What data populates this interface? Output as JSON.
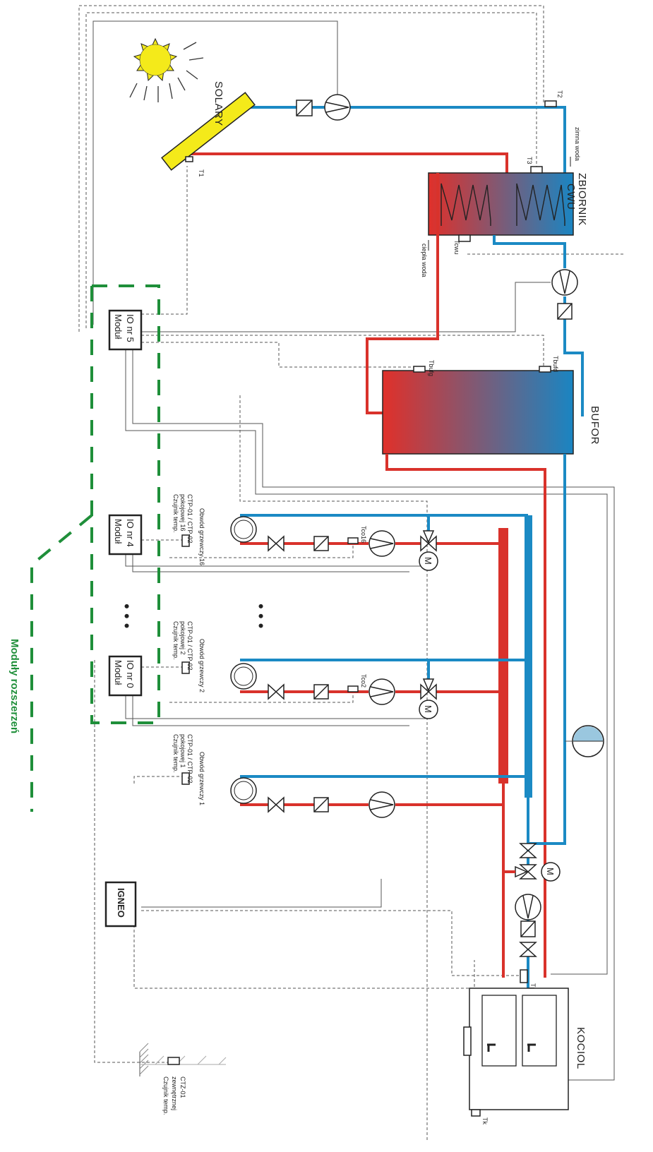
{
  "labels": {
    "solary": "SOLARY",
    "zbiornik_line1": "ZBIORNIK",
    "zbiornik_line2": "CWU",
    "bufor": "BUFOR",
    "kociol": "KOCIOL",
    "moduly": "Moduły rozszerzeń",
    "zimna_woda": "zimna woda",
    "ciepla_woda": "ciepła woda",
    "igneo": "IGNEO",
    "dots": "•   •   •"
  },
  "sensors": {
    "t1": "T1",
    "t2": "T2",
    "t3": "T3",
    "tcwu": "Tcwu",
    "tbufg": "Tbufg",
    "tbufd": "Tbufd",
    "tco16": "Tco16",
    "tco2": "Tco2",
    "tpow": "Tpow",
    "tk": "Tk"
  },
  "modules": [
    {
      "line1": "Moduł",
      "line2": "IO nr 5"
    },
    {
      "line1": "Moduł",
      "line2": "IO nr 4"
    },
    {
      "line1": "Moduł",
      "line2": "IO nr 0"
    }
  ],
  "room_sensors": [
    {
      "l1": "Czujnik temp.",
      "l2": "pokojowej 16",
      "l3": "CTP-01 / CTP-02",
      "circuit": "Obwód grzewczy 16"
    },
    {
      "l1": "Czujnik temp.",
      "l2": "pokojowej 2",
      "l3": "CTP-01 / CTP-02",
      "circuit": "Obwód grzewczy 2"
    },
    {
      "l1": "Czujnik temp.",
      "l2": "pokojowej 1",
      "l3": "CTP-01 / CTP-02",
      "circuit": "Obwód grzewczy 1"
    }
  ],
  "outdoor_sensor": {
    "l1": "Czujnik temp.",
    "l2": "zewnętrznej",
    "l3": "CTZ-01"
  },
  "colors": {
    "hot": "#d9322b",
    "cold": "#1b8ac4",
    "module_frame": "#1f8f3a",
    "sun": "#f4ea1a"
  }
}
